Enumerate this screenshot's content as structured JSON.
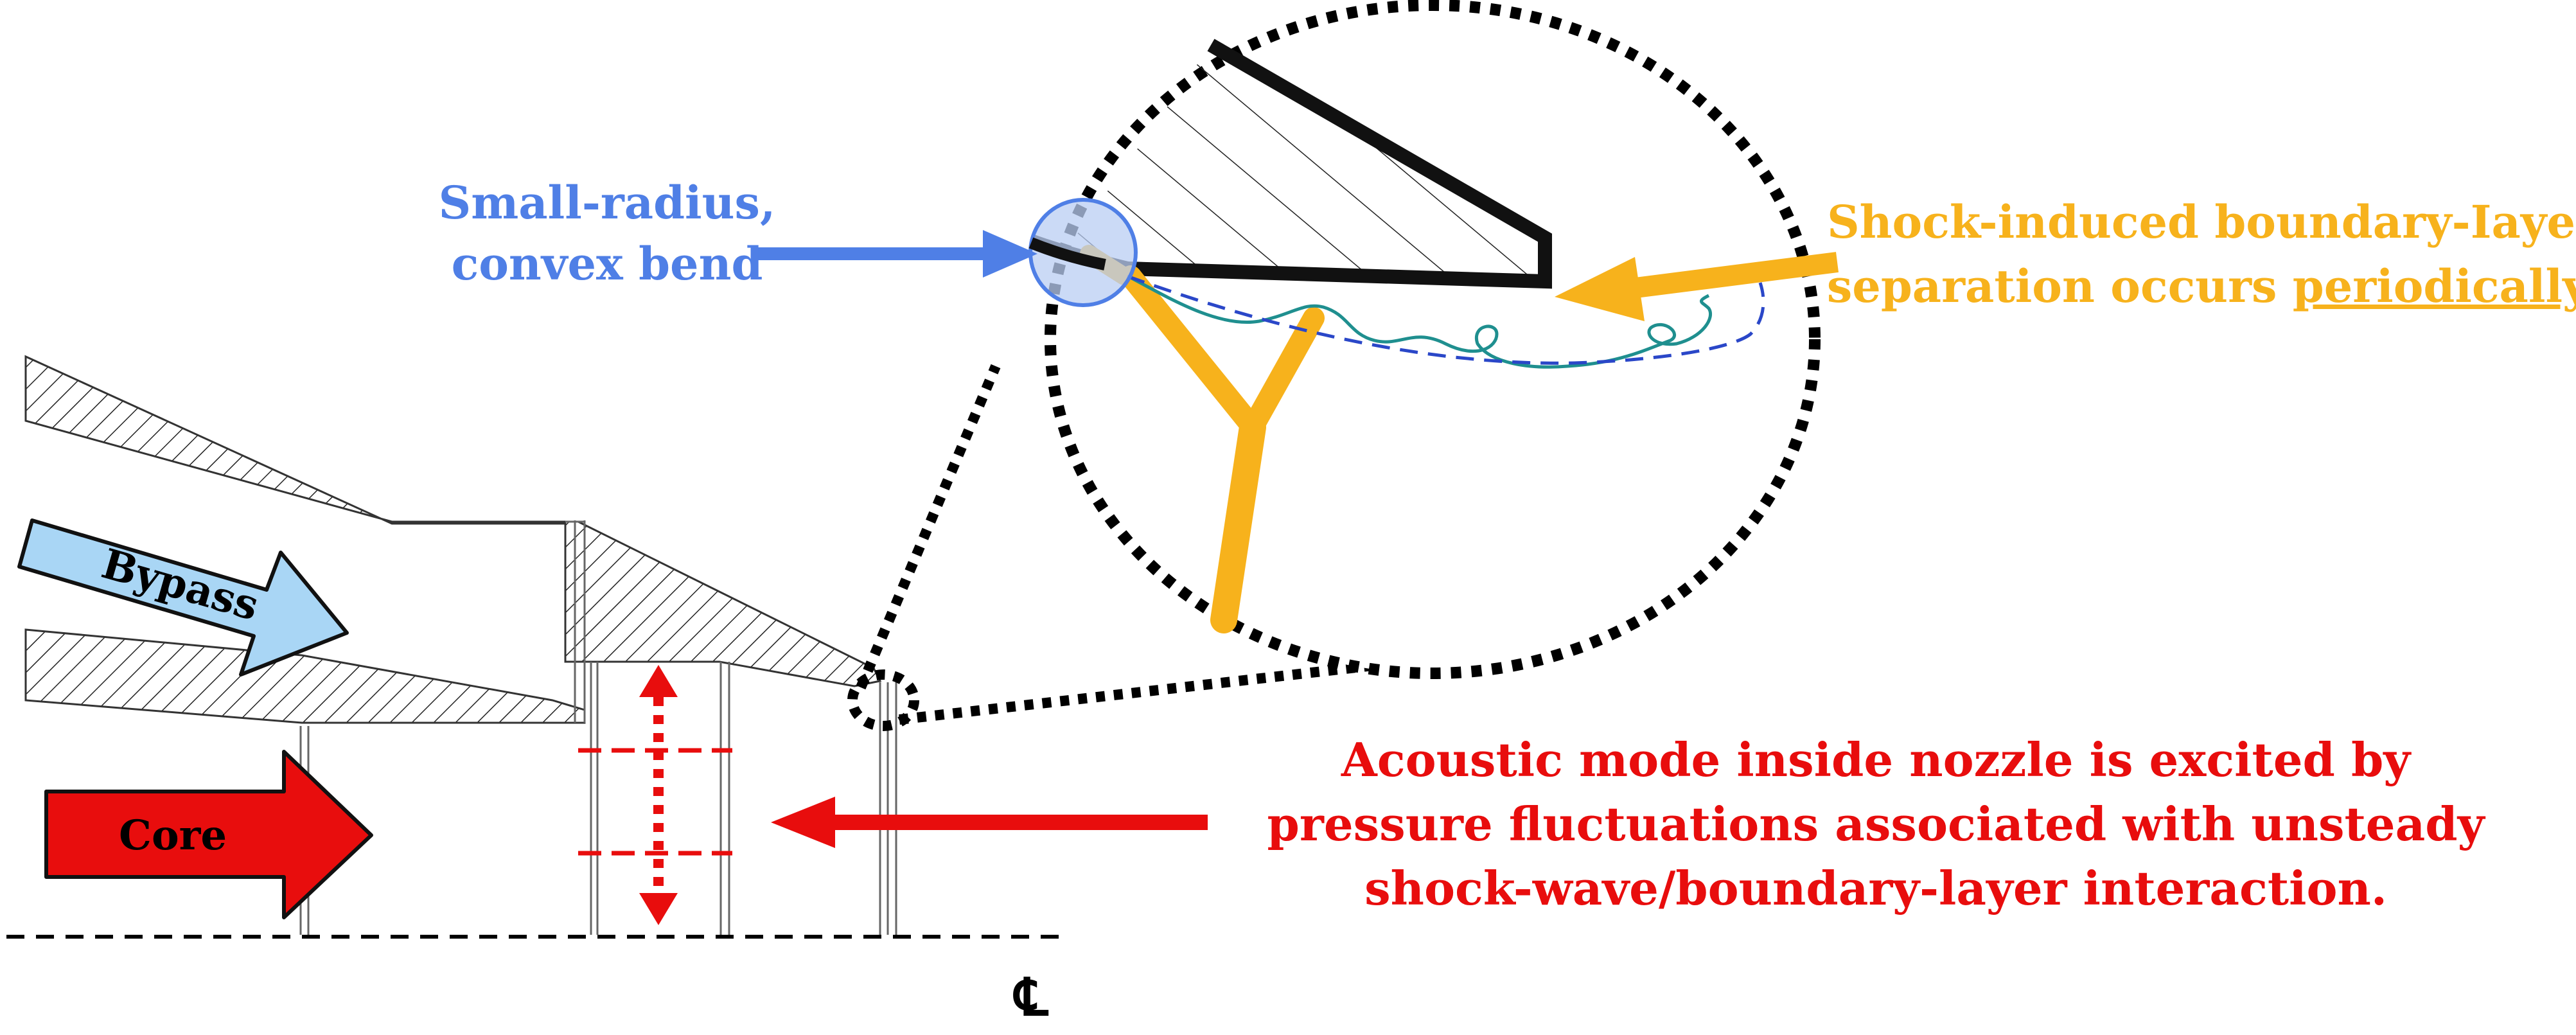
{
  "labels": {
    "bend_line1": "Small-radius,",
    "bend_line2": "convex bend",
    "separation_line1": "Shock-induced boundary-Iayer",
    "separation_line2_pre": "separation occurs ",
    "separation_line2_em": "periodically",
    "separation_line2_post": ".",
    "acoustic_line1": "Acoustic mode inside nozzle is excited by",
    "acoustic_line2": "pressure fluctuations associated with unsteady",
    "acoustic_line3": "shock-wave/boundary-layer interaction.",
    "bypass": "Bypass",
    "core": "Core",
    "centerline": "℄"
  },
  "colors": {
    "blue": "#4f7fe6",
    "blue_fill": "#b9cdf3",
    "orange": "#f7b21c",
    "red": "#e80d0d",
    "bypass_fill": "#a9d6f5",
    "teal": "#1f8f8f",
    "dashed_blue": "#2a47c8",
    "black": "#000000"
  }
}
